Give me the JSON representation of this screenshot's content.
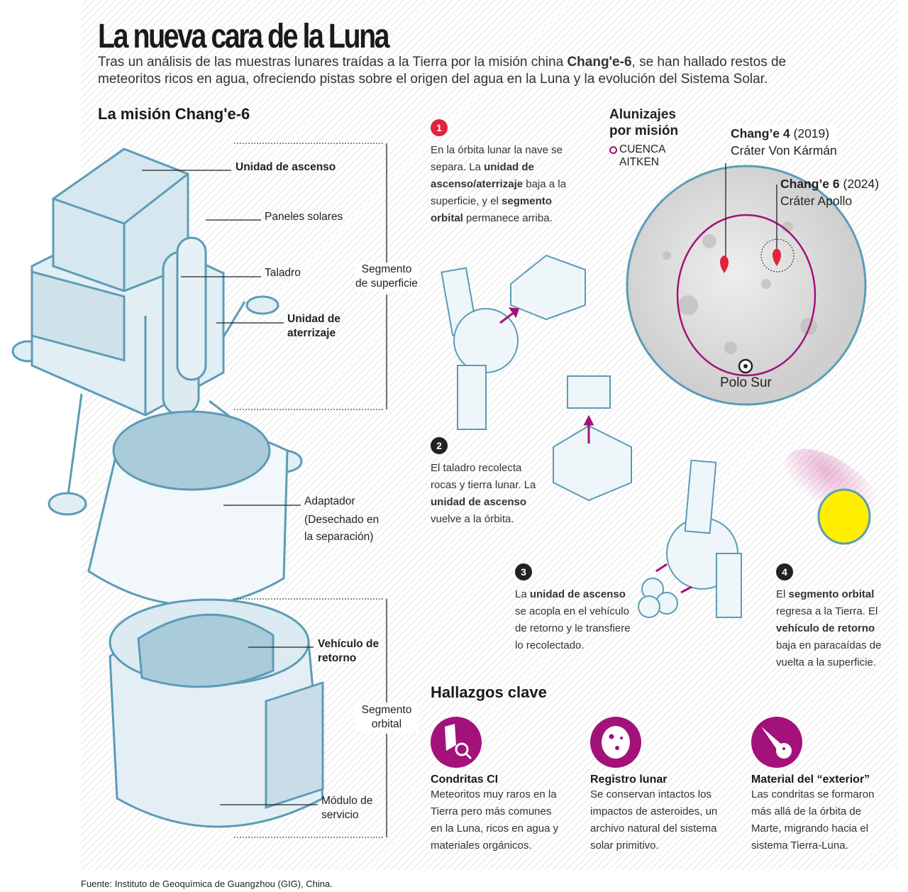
{
  "title": "La nueva cara de la Luna",
  "intro": [
    {
      "t": "Tras un análisis de las muestras lunares traídas a la Tierra por la misión china "
    },
    {
      "t": "Chang'e-6"
    },
    {
      "t": ", se han hallado restos de meteoritos ricos en agua, ofreciendo pistas sobre el origen del agua en la Luna y la evolución del Sistema Solar."
    }
  ],
  "mission": {
    "title": "La misión Chang'e-6",
    "labels": {
      "ascent": "Unidad de ascenso",
      "solar": "Paneles solares",
      "drill": "Taladro",
      "lander": "Unidad de aterrizaje",
      "adapter": "Adaptador",
      "adapter_note": "(Desechado en la separación)",
      "return": "Vehículo de retorno",
      "service": "Módulo de servicio",
      "surface_segment": "Segmento de superficie",
      "orbital_segment": "Segmento orbital"
    }
  },
  "steps": [
    {
      "n": "1",
      "color": "#e5223b",
      "text": [
        {
          "t": "En la órbita lunar la nave se separa. La "
        },
        {
          "t": "unidad de ascenso/aterrizaje",
          "b": true
        },
        {
          "t": " baja a la superficie, y el "
        },
        {
          "t": "segmento orbital",
          "b": true
        },
        {
          "t": " permanece arriba."
        }
      ]
    },
    {
      "n": "2",
      "color": "#222222",
      "text": [
        {
          "t": "El taladro recolecta rocas y tierra lunar. La "
        },
        {
          "t": "unidad de ascenso",
          "b": true
        },
        {
          "t": " vuelve a la órbita."
        }
      ]
    },
    {
      "n": "3",
      "color": "#222222",
      "text": [
        {
          "t": "La "
        },
        {
          "t": "unidad de ascenso",
          "b": true
        },
        {
          "t": " se acopla en el vehículo de retorno y le transfiere lo recolectado."
        }
      ]
    },
    {
      "n": "4",
      "color": "#222222",
      "text": [
        {
          "t": "El "
        },
        {
          "t": "segmento orbital",
          "b": true
        },
        {
          "t": " regresa a la Tierra. El "
        },
        {
          "t": "vehículo de retorno",
          "b": true
        },
        {
          "t": " baja en paracaídas de vuelta a la superficie."
        }
      ]
    }
  ],
  "map": {
    "title": "Alunizajes por misión",
    "legend": "CUENCA AITKEN",
    "legend_color": "#a3117a",
    "ce4": {
      "name": "Chang’e 4",
      "year": "(2019)",
      "site": "Cráter Von Kármán"
    },
    "ce6": {
      "name": "Chang’e 6",
      "year": "(2024)",
      "site": "Cráter Apollo"
    },
    "pole": "Polo Sur"
  },
  "findings": {
    "title": "Hallazgos clave",
    "items": [
      {
        "icon": "crystal-magnifier-icon",
        "title": "Condritas CI",
        "text": "Meteoritos muy raros en la Tierra pero más comunes en la Luna, ricos en agua y materiales orgánicos."
      },
      {
        "icon": "cratered-moon-icon",
        "title": "Registro lunar",
        "text": "Se conservan intactos los impactos de asteroides, un archivo natural del sistema solar primitivo."
      },
      {
        "icon": "meteor-icon",
        "title": "Material del “exterior”",
        "text": "Las condritas se formaron más allá de la órbita de Marte, migrando hacia el sistema Tierra-Luna."
      }
    ]
  },
  "source": "Fuente: Instituto de Geoquímica de Guangzhou (GIG), China."
}
